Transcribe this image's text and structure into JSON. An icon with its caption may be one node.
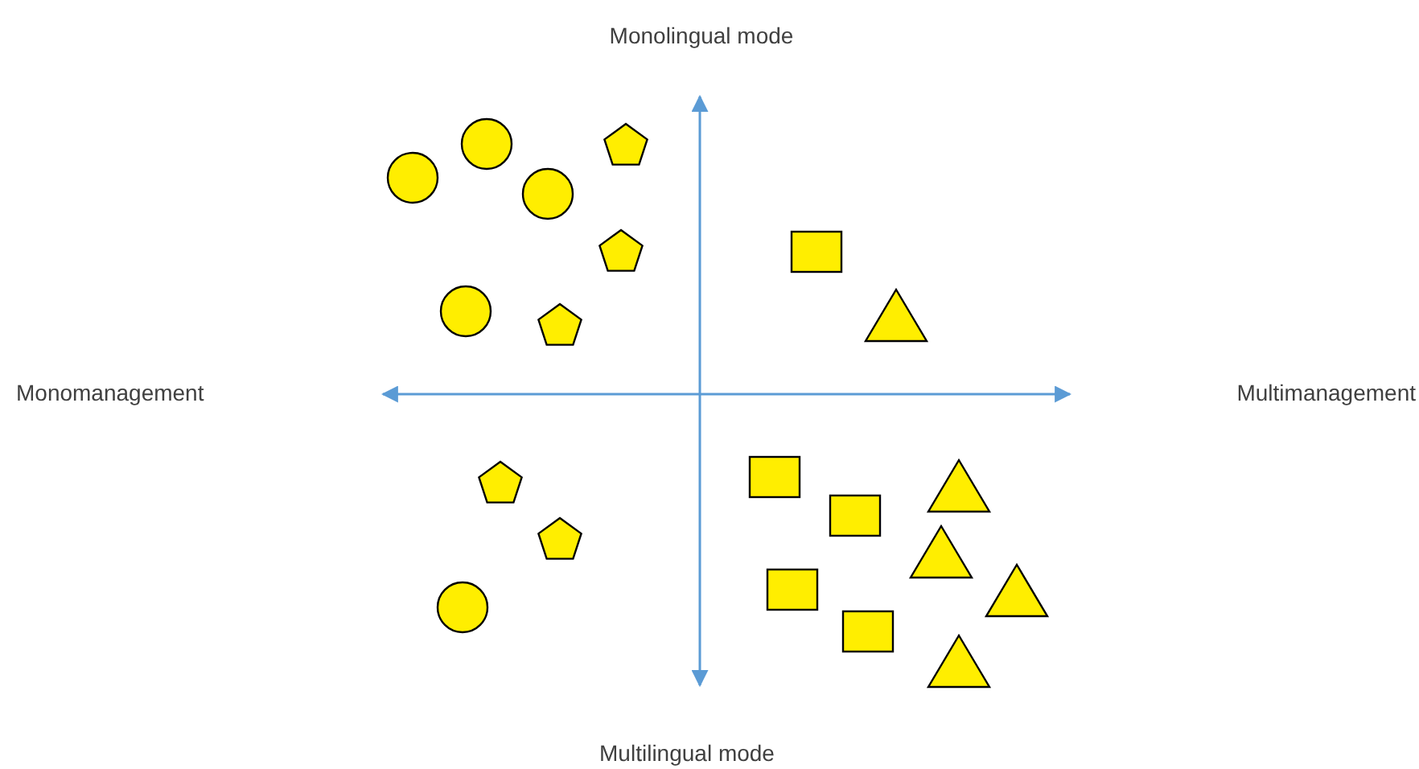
{
  "diagram": {
    "nodes": [
      {
        "text": [],
        "shape": "circle"
      },
      {
        "text": [],
        "shape": "pentagon"
      },
      {
        "text": [],
        "shape": "circle"
      },
      {
        "text": [],
        "shape": "circle"
      },
      {
        "text": [],
        "shape": "pentagon"
      },
      {
        "text": [],
        "shape": "box"
      },
      {
        "text": [],
        "shape": "circle"
      },
      {
        "text": [],
        "shape": "triangle"
      },
      {
        "text": [],
        "shape": "pentagon"
      },
      {
        "text": [],
        "shape": "box"
      },
      {
        "text": [],
        "shape": "pentagon"
      },
      {
        "text": [],
        "shape": "triangle"
      },
      {
        "text": [],
        "shape": "box"
      },
      {
        "text": [],
        "shape": "pentagon"
      },
      {
        "text": [],
        "shape": "triangle"
      },
      {
        "text": [],
        "shape": "box"
      },
      {
        "text": [],
        "shape": "triangle"
      },
      {
        "text": [],
        "shape": "circle"
      },
      {
        "text": [],
        "shape": "box"
      },
      {
        "text": [],
        "shape": "triangle"
      }
    ],
    "labels": [
      "Monolingual mode",
      "Monomanagement",
      "Multimanagement",
      "Multilingual mode"
    ]
  }
}
